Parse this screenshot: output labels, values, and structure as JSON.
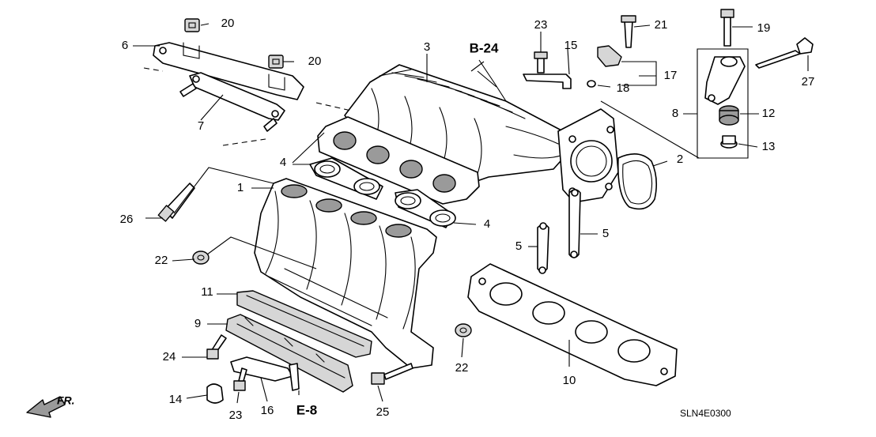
{
  "diagram_code": "SLN4E0300",
  "direction_label": "FR.",
  "references": [
    "B-24",
    "E-8"
  ],
  "callouts": [
    "1",
    "2",
    "3",
    "4",
    "4",
    "5",
    "5",
    "6",
    "7",
    "8",
    "9",
    "10",
    "11",
    "12",
    "13",
    "14",
    "15",
    "16",
    "17",
    "18",
    "19",
    "20",
    "20",
    "21",
    "22",
    "22",
    "23",
    "23",
    "24",
    "25",
    "26",
    "27"
  ]
}
